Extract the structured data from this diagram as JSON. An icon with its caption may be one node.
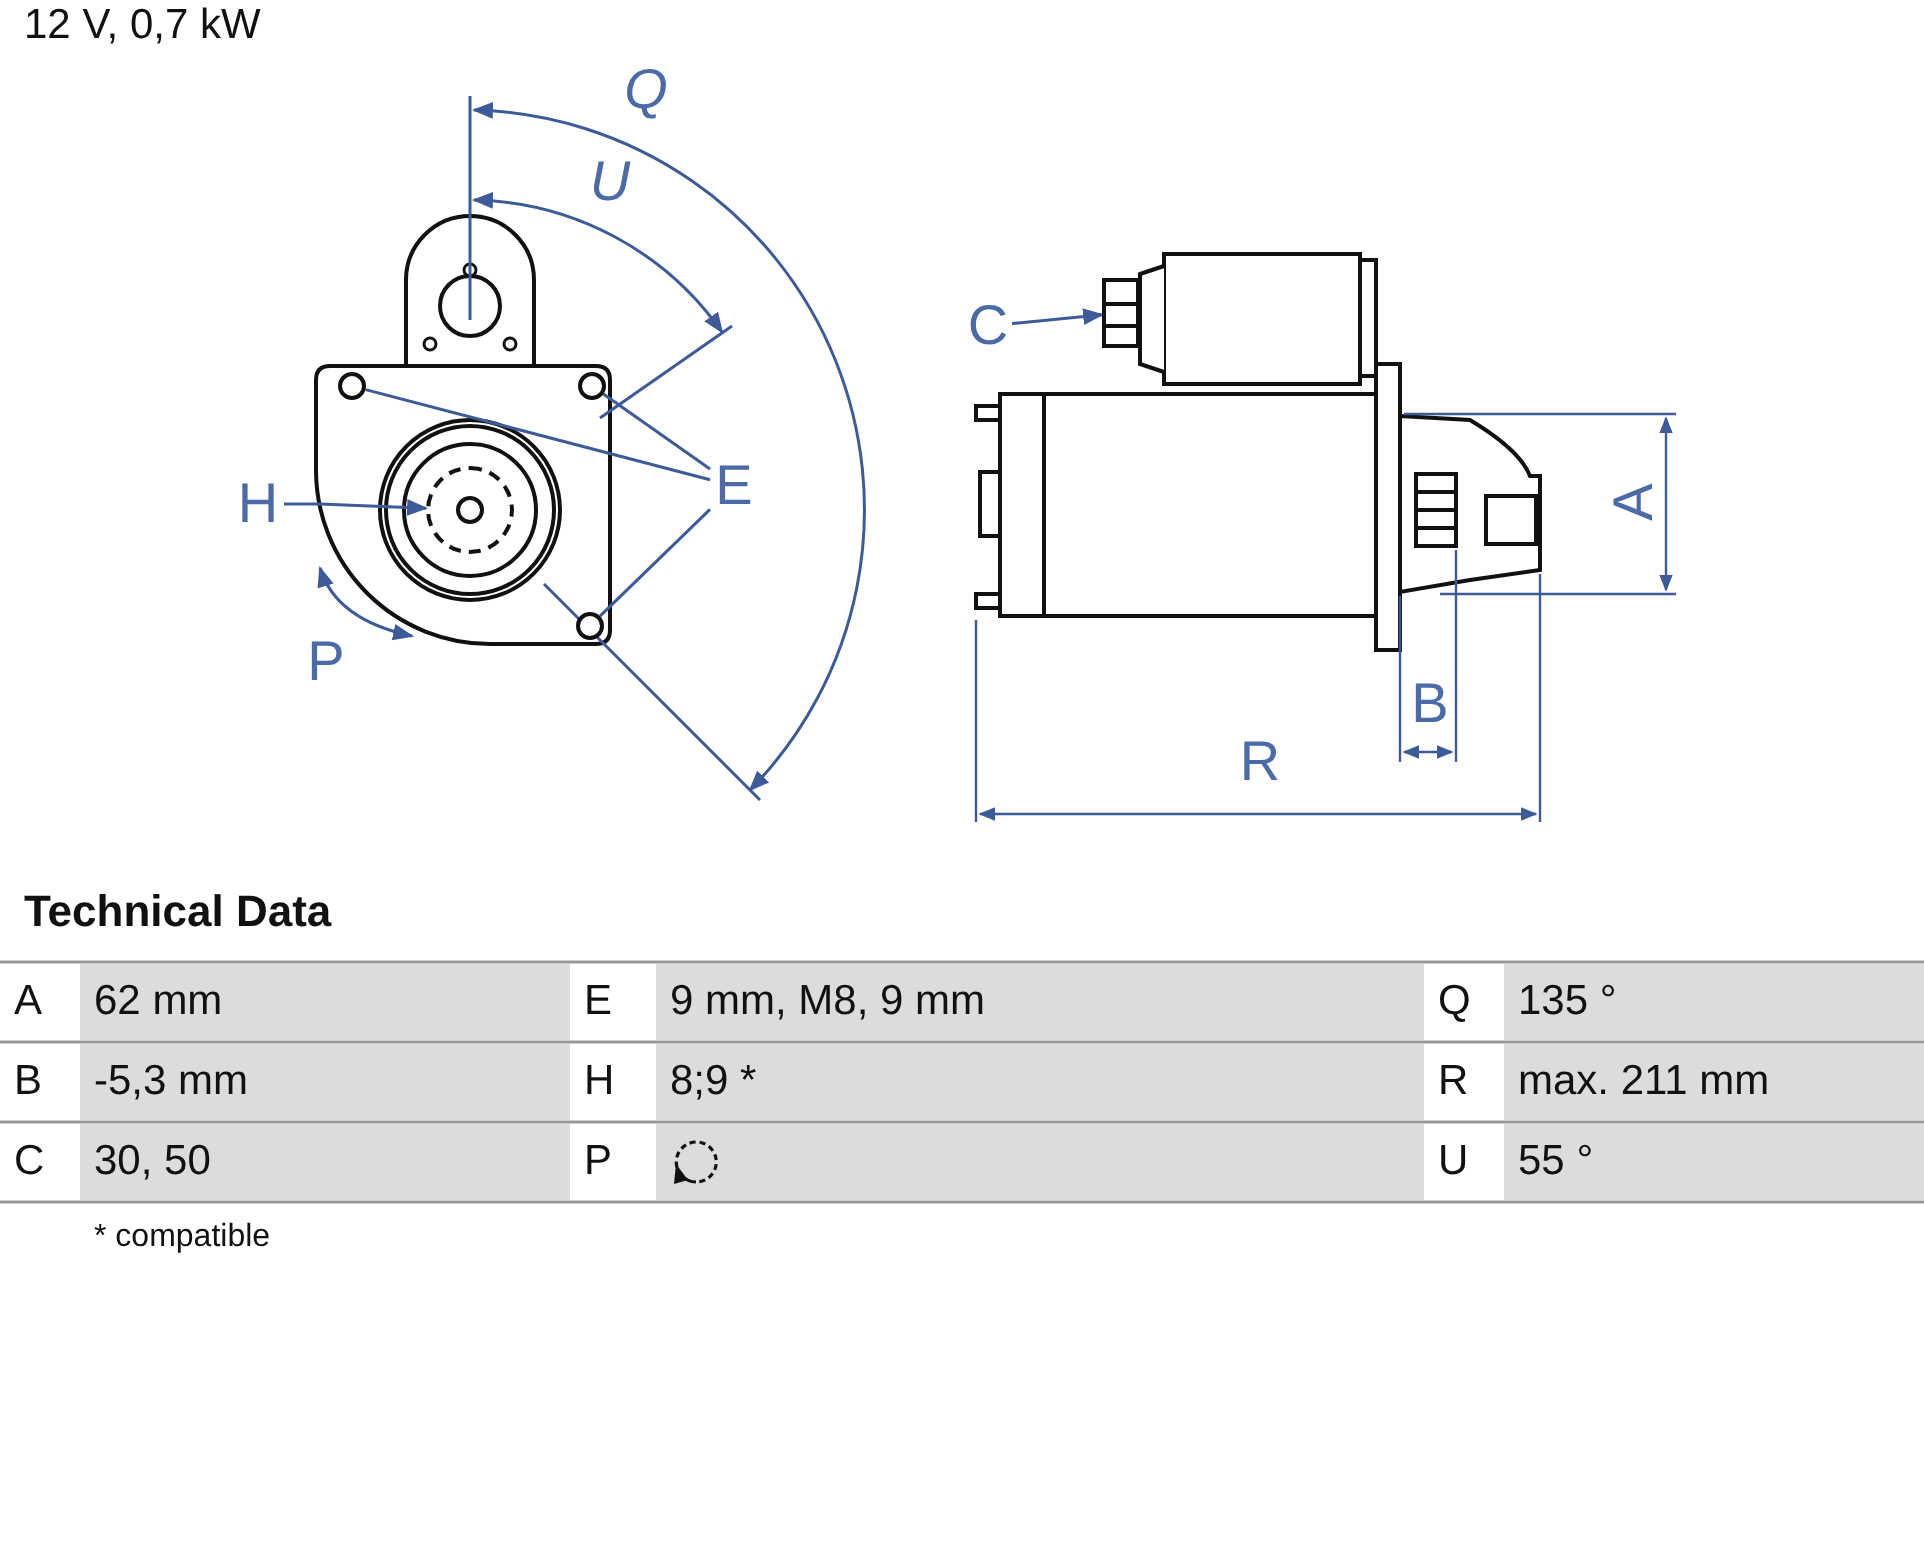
{
  "diagram": {
    "title": "12 V, 0,7 kW",
    "nodes": [
      {
        "text": [
          "C"
        ]
      },
      {
        "text": [],
        "shape": "circle"
      },
      {
        "text": [],
        "shape": "circle"
      },
      {
        "text": [
          "E"
        ]
      },
      {
        "text": [
          "H"
        ]
      },
      {
        "text": [],
        "shape": "circle"
      },
      {
        "text": [],
        "shape": "box"
      },
      {
        "text": [],
        "shape": "circle"
      }
    ],
    "edges": [
      {
        "from": 0,
        "to": 6,
        "arrow": "to"
      },
      {
        "from": 3,
        "to": 1,
        "arrow": "none"
      },
      {
        "from": 3,
        "to": 2,
        "arrow": "none"
      },
      {
        "from": 3,
        "to": 5,
        "arrow": "none"
      },
      {
        "from": 4,
        "to": 7,
        "arrow": "to"
      }
    ],
    "labels": [
      "Q",
      "U",
      "A",
      "P",
      "B",
      "R",
      "Technical Data",
      "A",
      "62 mm",
      "E",
      "9 mm, M8, 9 mm",
      "Q",
      "135 °",
      "B",
      "-5,3 mm",
      "H",
      "8;9 *",
      "R",
      "max. 211 mm",
      "C",
      "30, 50",
      "P",
      "U",
      "55 °",
      "* compatible"
    ]
  }
}
